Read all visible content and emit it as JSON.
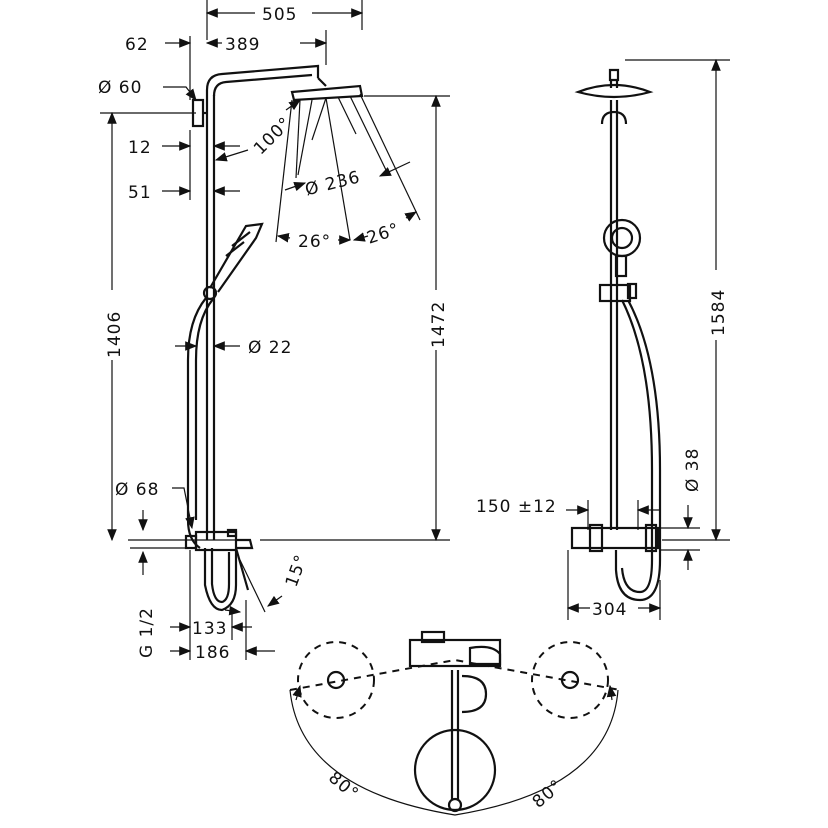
{
  "drawing": {
    "side_view": {
      "width_head_arm": "505",
      "arm_offset": "389",
      "wall_distance": "62",
      "bracket_diameter": "Ø 60",
      "bracket_depth": "12",
      "pipe_offset": "51",
      "head_tilt": "100°",
      "head_diameter": "Ø 236",
      "spray_angle_left": "26°",
      "spray_angle_right": "26°",
      "pipe_diameter": "Ø 22",
      "height_lower": "1406",
      "height_total": "1472",
      "mixer_rosette": "Ø 68",
      "spout_angle": "15°",
      "connection_thread": "G 1/2",
      "spout_distance_a": "133",
      "spout_distance_b": "186"
    },
    "front_view": {
      "height_total": "1584",
      "adjust_range": "150 ±12",
      "rosette_diameter": "Ø 38",
      "mixer_width": "304"
    },
    "top_view": {
      "swivel_left": "80°",
      "swivel_right": "80°"
    }
  }
}
